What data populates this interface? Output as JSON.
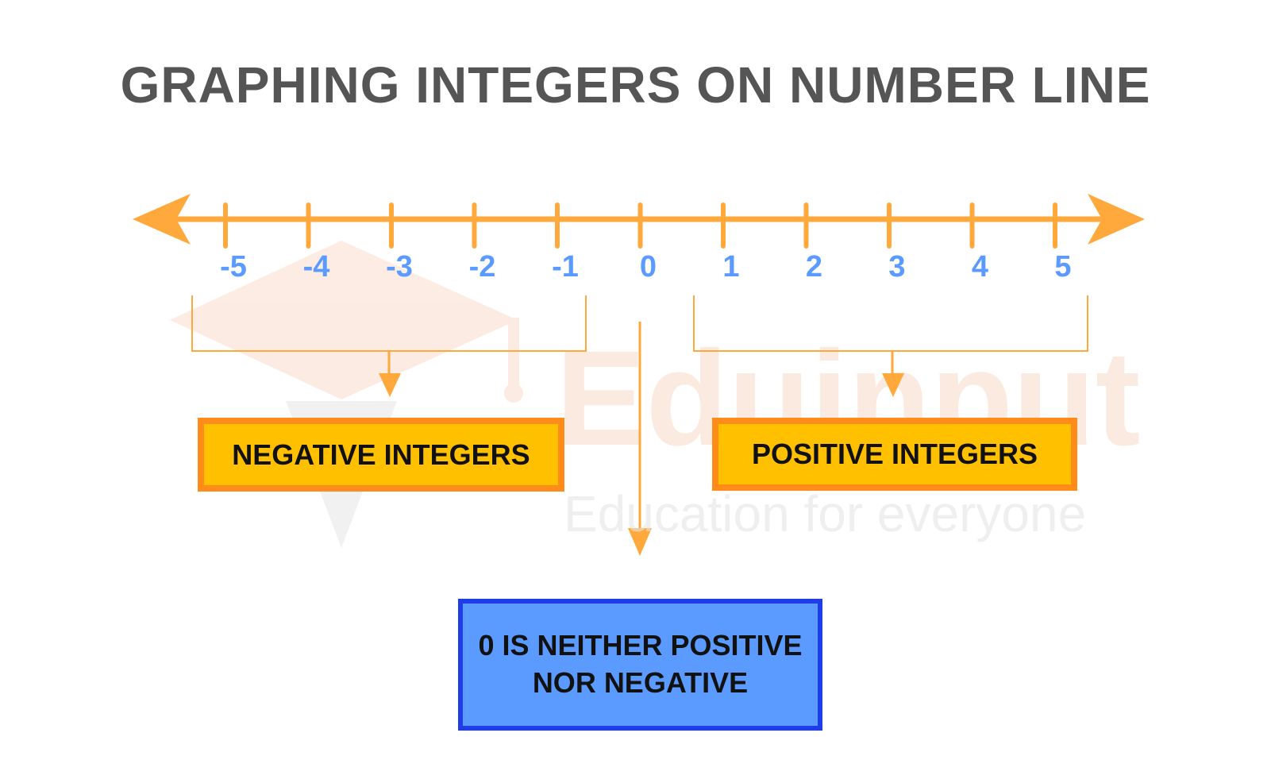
{
  "title": "GRAPHING INTEGERS ON NUMBER LINE",
  "ticks": [
    "-5",
    "-4",
    "-3",
    "-2",
    "-1",
    "0",
    "1",
    "2",
    "3",
    "4",
    "5"
  ],
  "negative_label": "NEGATIVE INTEGERS",
  "positive_label": "POSITIVE INTEGERS",
  "zero_label_line1": "0 IS NEITHER POSITIVE",
  "zero_label_line2": "NOR NEGATIVE",
  "watermark": {
    "brand": "Eduinput",
    "tagline": "Education for everyone"
  },
  "colors": {
    "line": "#ffa93c",
    "tick_text": "#5b9bff",
    "title": "#555555",
    "box_fill": "#ffc000",
    "box_border": "#ff8c1a",
    "zero_fill": "#5b9bff",
    "zero_border": "#1f3de6"
  },
  "icons": [
    "graduation-cap-icon"
  ]
}
